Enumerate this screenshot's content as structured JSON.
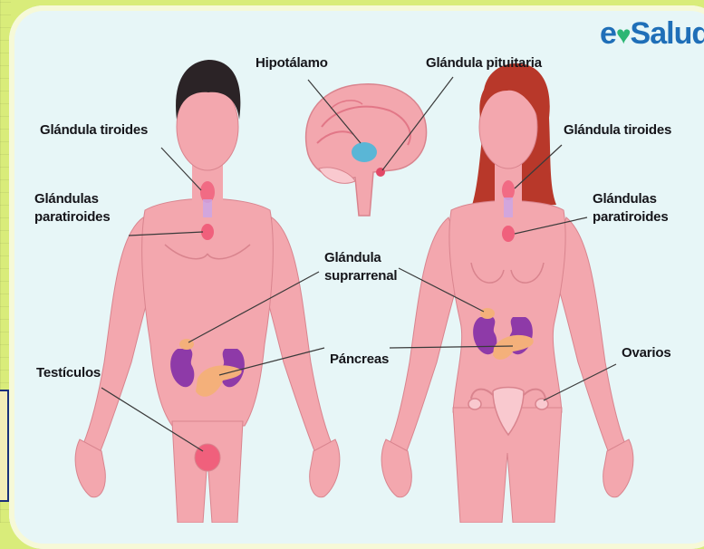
{
  "brand": {
    "logo_prefix": "e",
    "logo_heart_icon": "heart-pulse-icon",
    "logo_text": "Salud",
    "accent": "#1f6fb8",
    "heart_color": "#2bb673"
  },
  "labels": {
    "hipotalamo": "Hipotálamo",
    "pituitaria": "Glándula pituitaria",
    "tiroides_left": "Glándula tiroides",
    "paratiroides_left": "Glándulas\nparatiroides",
    "tiroides_right": "Glándula tiroides",
    "paratiroides_right": "Glándulas\nparatiroides",
    "suprarrenal": "Glándula\nsuprarrenal",
    "pancreas": "Páncreas",
    "testiculos": "Testículos",
    "ovarios": "Ovarios"
  },
  "colors": {
    "skin": "#f3a7ae",
    "skin_shadow": "#e58d97",
    "kidney": "#8e3aa8",
    "pancreas": "#f4b07a",
    "gland": "#f0607c",
    "hair_male": "#2b2326",
    "hair_female": "#b8382a"
  }
}
